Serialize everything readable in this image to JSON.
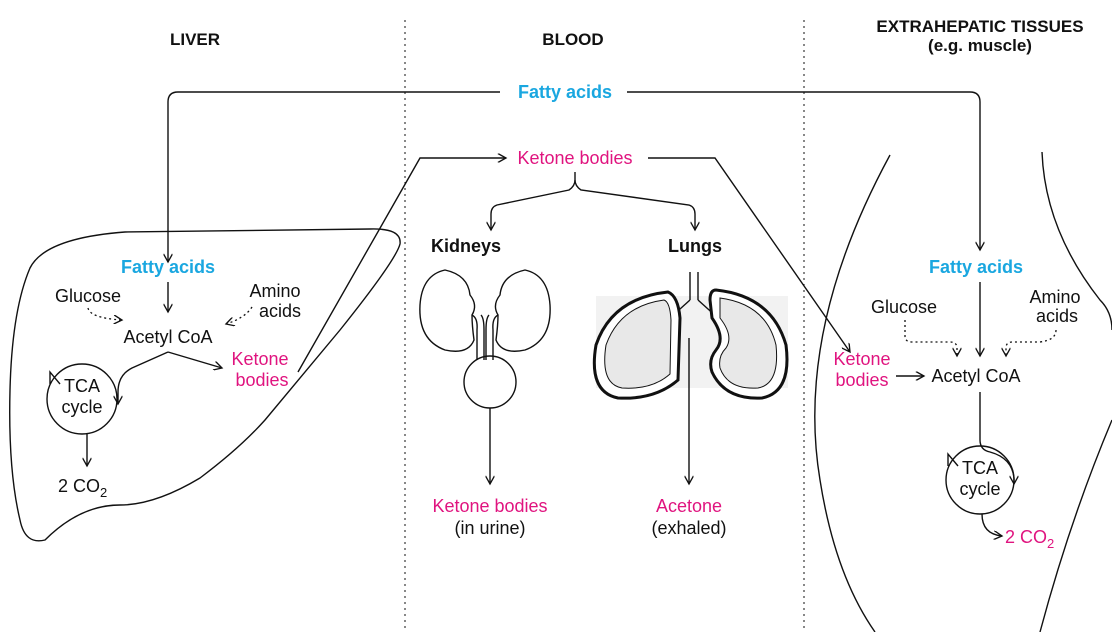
{
  "headers": {
    "liver": "LIVER",
    "blood": "BLOOD",
    "extra_line1": "EXTRAHEPATIC TISSUES",
    "extra_line2": "(e.g. muscle)"
  },
  "top": {
    "fatty_acids": "Fatty acids",
    "ketone_bodies": "Ketone bodies"
  },
  "liver": {
    "fatty_acids": "Fatty acids",
    "glucose": "Glucose",
    "amino1": "Amino",
    "amino2": "acids",
    "acetyl_coa": "Acetyl CoA",
    "ketone1": "Ketone",
    "ketone2": "bodies",
    "tca1": "TCA",
    "tca2": "cycle",
    "co2": "2 CO",
    "co2_sub": "2"
  },
  "blood": {
    "kidneys": "Kidneys",
    "lungs": "Lungs",
    "kb_urine1": "Ketone bodies",
    "kb_urine2": "(in urine)",
    "acetone": "Acetone",
    "exhaled": "(exhaled)"
  },
  "extra": {
    "fatty_acids": "Fatty acids",
    "glucose": "Glucose",
    "amino1": "Amino",
    "amino2": "acids",
    "ketone1": "Ketone",
    "ketone2": "bodies",
    "acetyl_coa": "Acetyl CoA",
    "tca1": "TCA",
    "tca2": "cycle",
    "co2": "2 CO",
    "co2_sub": "2"
  },
  "colors": {
    "fatty_acids": "#1aa7e0",
    "ketone": "#e0147f",
    "line": "#111111"
  }
}
